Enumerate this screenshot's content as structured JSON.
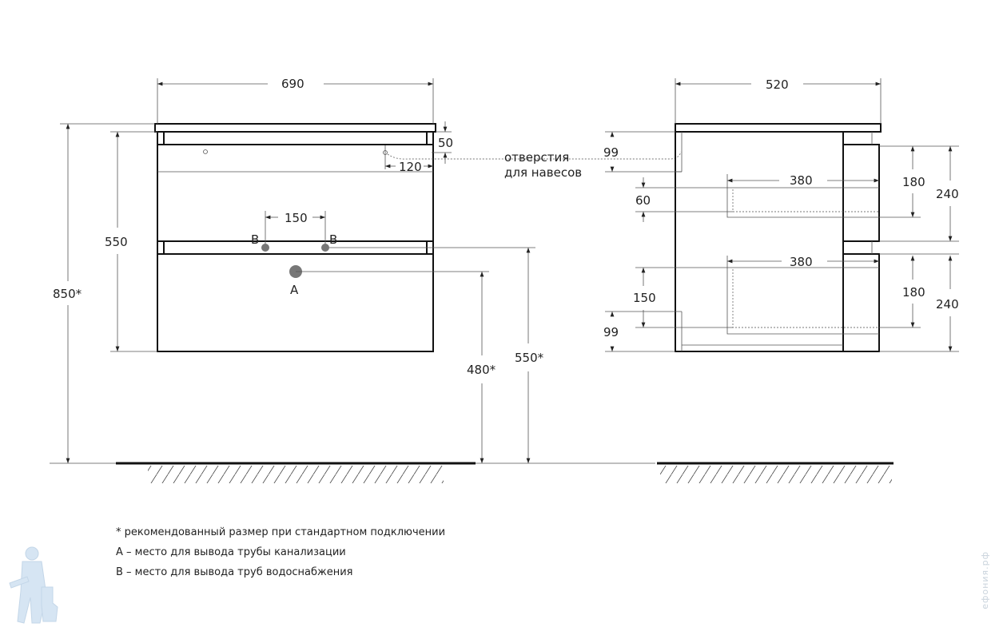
{
  "front_view": {
    "width_label": "690",
    "total_height_label": "850*",
    "body_height_label": "550",
    "top_gap_label": "50",
    "hole_offset_label": "120",
    "water_spacing_label": "150",
    "water_point_labels": [
      "B",
      "B"
    ],
    "drain_point_label": "A",
    "drain_height_label": "480*",
    "water_height_label": "550*"
  },
  "hanging_holes_label": [
    "отверстия",
    "для навесов"
  ],
  "side_view": {
    "depth_label": "520",
    "top_offset_label": "99",
    "upper_drawer_offset_label": "60",
    "upper_drawer_depth_label": "380",
    "upper_drawer_inner_label": "180",
    "upper_drawer_front_label": "240",
    "lower_drawer_depth_label": "380",
    "lower_drawer_inner_label": "180",
    "lower_drawer_front_label": "240",
    "lower_offset_label": "150",
    "bottom_offset_label": "99"
  },
  "notes": [
    "* рекомендованный размер при стандартном подключении",
    "А – место для вывода трубы канализации",
    "В – место для вывода труб водоснабжения"
  ],
  "watermark": "ефония.рф",
  "colors": {
    "line": "#111111",
    "point": "#777777",
    "mascot": "#cfe0f0"
  }
}
